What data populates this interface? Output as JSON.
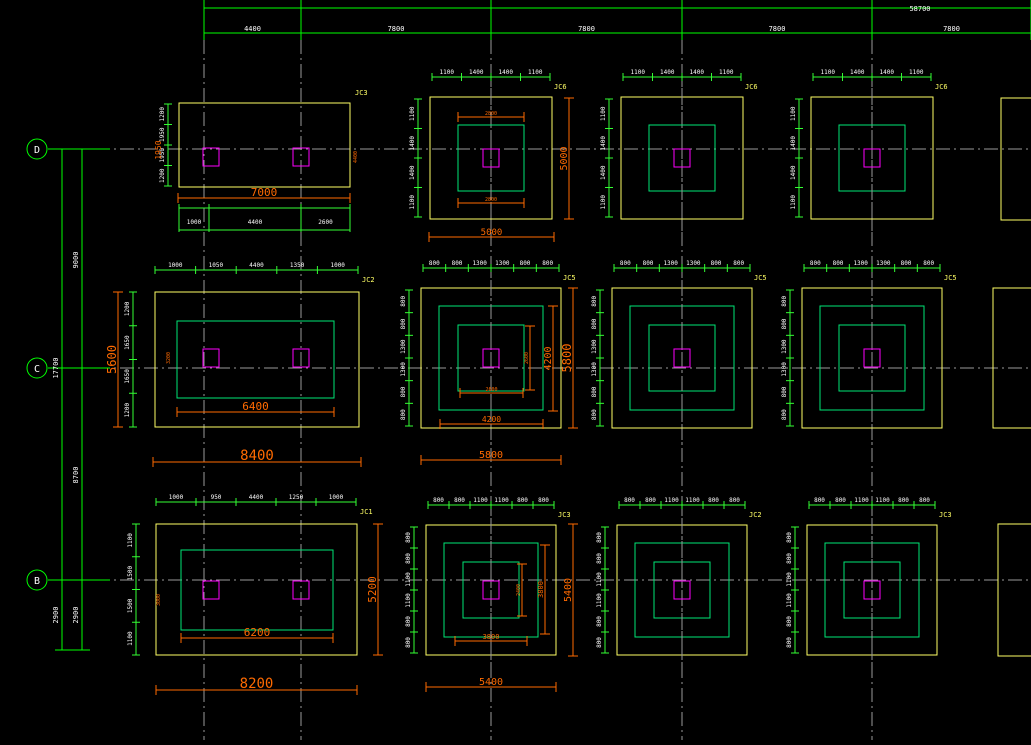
{
  "colors": {
    "background": "#000000",
    "axis_green": "#00ff00",
    "axis_gray": "#9a9a9a",
    "cap_yellow": "#ffff66",
    "tier_green": "#00e676",
    "column_magenta": "#ff00ff",
    "dim_orange": "#ff6a00",
    "dim_green": "#33ff33",
    "text_white": "#ffffff"
  },
  "top_dimensions": {
    "overall": "58700",
    "bays": [
      "4400",
      "7800",
      "7800",
      "7800",
      "7800"
    ]
  },
  "axis_bubbles": [
    "D",
    "C",
    "B"
  ],
  "left_dimensions": {
    "outer": "17700",
    "spans": [
      "9000",
      "8700",
      "2900"
    ],
    "end": "2900"
  },
  "rows": {
    "D": {
      "footings": [
        {
          "tag": "JC3",
          "top_dims": [],
          "left_dims": [
            "1200",
            "1950",
            "1950",
            "1200"
          ],
          "inner_dims": [
            "7000",
            "4400"
          ],
          "bottom_dims": [
            "7000"
          ],
          "sub_dims": [
            "1000",
            "4400",
            "2600"
          ]
        },
        {
          "tag": "JC6",
          "top_dims": [
            "1100",
            "1400",
            "1400",
            "1100"
          ],
          "left_dims": [
            "1100",
            "1400",
            "1400",
            "1100"
          ],
          "inner_dims": [
            "2800",
            "2800"
          ],
          "right_dim": "5000",
          "bottom_dim": "5000"
        },
        {
          "tag": "JC6",
          "top_dims": [
            "1100",
            "1400",
            "1400",
            "1100"
          ],
          "left_dims": [
            "1100",
            "1400",
            "1400",
            "1100"
          ]
        },
        {
          "tag": "JC6",
          "top_dims": [
            "1100",
            "1400",
            "1400",
            "1100"
          ],
          "left_dims": [
            "1100",
            "1400",
            "1400",
            "1100"
          ]
        }
      ]
    },
    "C": {
      "footings": [
        {
          "tag": "JC2",
          "top_dims": [
            "1000",
            "1050",
            "4400",
            "1350",
            "1000"
          ],
          "left_dims": [
            "1200",
            "1650",
            "1650",
            "1200"
          ],
          "inner_dims": [
            "6400",
            "3200"
          ],
          "left_dim": "5600",
          "bottom_dim": "8400"
        },
        {
          "tag": "JC5",
          "top_dims": [
            "800",
            "800",
            "1300",
            "1300",
            "800",
            "800"
          ],
          "left_dims": [
            "800",
            "800",
            "1300",
            "1300",
            "800",
            "800"
          ],
          "inner_dims": [
            "4200",
            "2600",
            "2600",
            "4200"
          ],
          "right_dim": "5800",
          "bottom_dim": "5800"
        },
        {
          "tag": "JC5",
          "top_dims": [
            "800",
            "800",
            "1300",
            "1300",
            "800",
            "800"
          ],
          "left_dims": [
            "800",
            "800",
            "1300",
            "1300",
            "800",
            "800"
          ]
        },
        {
          "tag": "JC5",
          "top_dims": [
            "800",
            "800",
            "1300",
            "1300",
            "800",
            "800"
          ],
          "left_dims": [
            "800",
            "800",
            "1300",
            "1300",
            "800",
            "800"
          ]
        }
      ]
    },
    "B": {
      "footings": [
        {
          "tag": "JC1",
          "top_dims": [
            "1000",
            "950",
            "4400",
            "1250",
            "1000"
          ],
          "left_dims": [
            "1100",
            "1500",
            "1500",
            "1100"
          ],
          "inner_dims": [
            "6200",
            "3000"
          ],
          "right_dim": "5200",
          "bottom_dim": "8200"
        },
        {
          "tag": "JC3",
          "top_dims": [
            "800",
            "800",
            "1100",
            "1100",
            "800",
            "800"
          ],
          "left_dims": [
            "800",
            "800",
            "1100",
            "1100",
            "800",
            "800"
          ],
          "inner_dims": [
            "3800",
            "3800",
            "2400"
          ],
          "right_dim": "5400",
          "bottom_dim": "5400"
        },
        {
          "tag": "JC2",
          "top_dims": [
            "800",
            "800",
            "1100",
            "1100",
            "800",
            "800"
          ],
          "left_dims": [
            "800",
            "800",
            "1100",
            "1100",
            "800",
            "800"
          ]
        },
        {
          "tag": "JC3",
          "top_dims": [
            "800",
            "800",
            "1100",
            "1100",
            "800",
            "800"
          ],
          "left_dims": [
            "800",
            "800",
            "1100",
            "1100",
            "800",
            "800"
          ]
        }
      ]
    }
  }
}
